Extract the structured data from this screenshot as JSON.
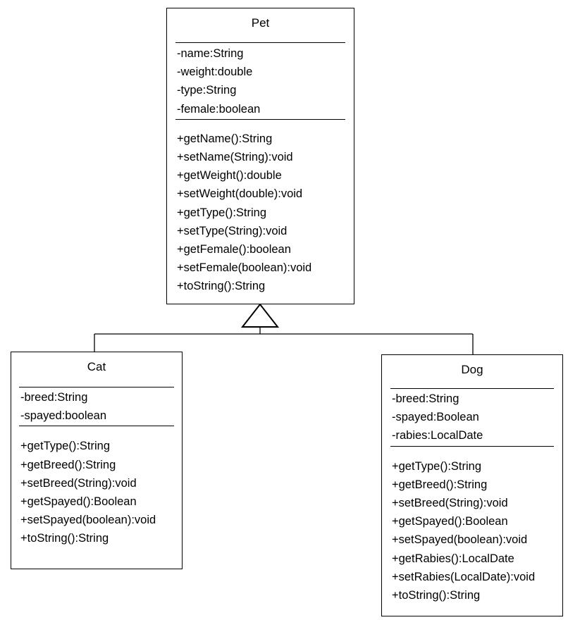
{
  "classes": {
    "pet": {
      "name": "Pet",
      "attributes": [
        "-name:String",
        "-weight:double",
        "-type:String",
        "-female:boolean"
      ],
      "methods": [
        "+getName():String",
        "+setName(String):void",
        "+getWeight():double",
        "+setWeight(double):void",
        "+getType():String",
        "+setType(String):void",
        "+getFemale():boolean",
        "+setFemale(boolean):void",
        "+toString():String"
      ]
    },
    "cat": {
      "name": "Cat",
      "attributes": [
        "-breed:String",
        "-spayed:boolean"
      ],
      "methods": [
        "+getType():String",
        "+getBreed():String",
        "+setBreed(String):void",
        "+getSpayed():Boolean",
        "+setSpayed(boolean):void",
        "+toString():String"
      ]
    },
    "dog": {
      "name": "Dog",
      "attributes": [
        "-breed:String",
        "-spayed:Boolean",
        "-rabies:LocalDate"
      ],
      "methods": [
        "+getType():String",
        "+getBreed():String",
        "+setBreed(String):void",
        "+getSpayed():Boolean",
        "+setSpayed(boolean):void",
        "+getRabies():LocalDate",
        "+setRabies(LocalDate):void",
        "+toString():String"
      ]
    }
  },
  "relationships": [
    {
      "type": "generalization",
      "from": "cat",
      "to": "pet"
    },
    {
      "type": "generalization",
      "from": "dog",
      "to": "pet"
    }
  ]
}
